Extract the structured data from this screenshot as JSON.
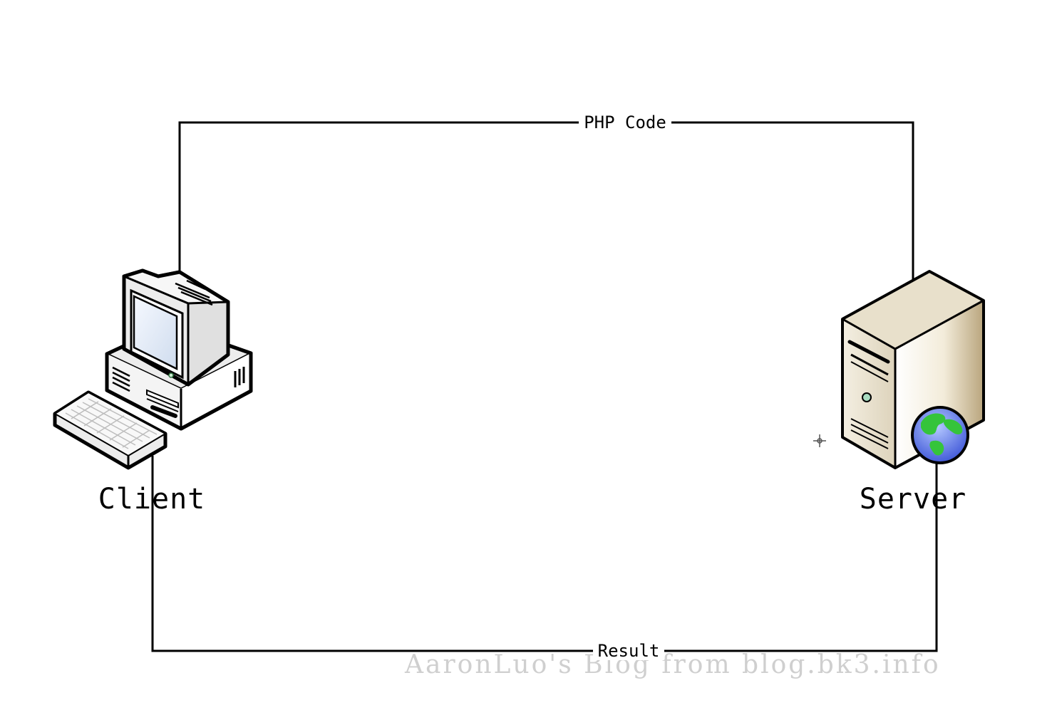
{
  "nodes": {
    "client": {
      "label": "Client",
      "icon": "desktop-computer-icon"
    },
    "server": {
      "label": "Server",
      "icon": "web-server-icon"
    }
  },
  "connections": {
    "request": {
      "label": "PHP Code"
    },
    "response": {
      "label": "Result"
    }
  },
  "watermark": "AaronLuo's Blog from blog.bk3.info"
}
